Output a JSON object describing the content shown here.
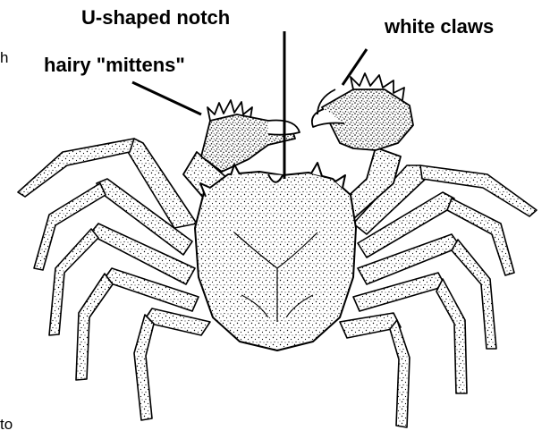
{
  "labels": {
    "notch": "U-shaped notch",
    "claws": "white claws",
    "mittens": "hairy \"mittens\""
  },
  "fragments": {
    "top_left": "h",
    "bottom_left": "to"
  },
  "colors": {
    "ink": "#000000",
    "background": "#ffffff"
  }
}
